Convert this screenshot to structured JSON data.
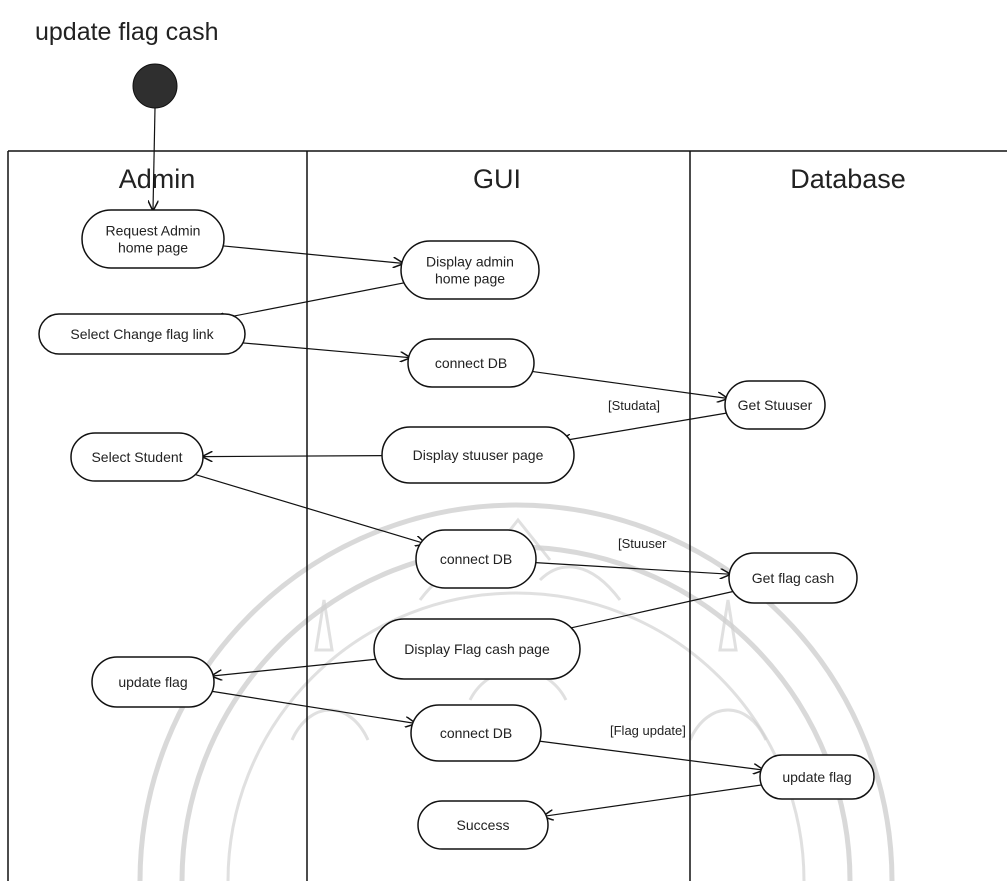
{
  "diagram": {
    "title": "update flag cash",
    "lanes": [
      "Admin",
      "GUI",
      "Database"
    ],
    "nodes": [
      {
        "id": "request-admin",
        "lines": [
          "Request Admin",
          "home page"
        ]
      },
      {
        "id": "display-admin",
        "lines": [
          "Display admin",
          "home page"
        ]
      },
      {
        "id": "select-change-flag",
        "lines": [
          "Select Change flag link"
        ]
      },
      {
        "id": "connect-db-1",
        "lines": [
          "connect DB"
        ]
      },
      {
        "id": "get-stuuser",
        "lines": [
          "Get Stuuser"
        ]
      },
      {
        "id": "select-student",
        "lines": [
          "Select Student"
        ]
      },
      {
        "id": "display-stuuser",
        "lines": [
          "Display stuuser page"
        ]
      },
      {
        "id": "connect-db-2",
        "lines": [
          "connect DB"
        ]
      },
      {
        "id": "get-flag-cash",
        "lines": [
          "Get flag cash"
        ]
      },
      {
        "id": "display-flag-cash",
        "lines": [
          "Display Flag cash page"
        ]
      },
      {
        "id": "update-flag-admin",
        "lines": [
          "update flag"
        ]
      },
      {
        "id": "connect-db-3",
        "lines": [
          "connect DB"
        ]
      },
      {
        "id": "update-flag-db",
        "lines": [
          "update flag"
        ]
      },
      {
        "id": "success",
        "lines": [
          "Success"
        ]
      }
    ],
    "guards": [
      {
        "id": "guard-studata",
        "text": "[Studata]"
      },
      {
        "id": "guard-stuuser",
        "text": "[Stuuser"
      },
      {
        "id": "guard-flag-update",
        "text": "[Flag update]"
      }
    ],
    "edges": [
      [
        "initial",
        "request-admin"
      ],
      [
        "request-admin",
        "display-admin"
      ],
      [
        "display-admin",
        "select-change-flag"
      ],
      [
        "select-change-flag",
        "connect-db-1"
      ],
      [
        "connect-db-1",
        "get-stuuser"
      ],
      [
        "get-stuuser",
        "display-stuuser"
      ],
      [
        "display-stuuser",
        "select-student"
      ],
      [
        "select-student",
        "connect-db-2"
      ],
      [
        "connect-db-2",
        "get-flag-cash"
      ],
      [
        "get-flag-cash",
        "display-flag-cash"
      ],
      [
        "display-flag-cash",
        "update-flag-admin"
      ],
      [
        "update-flag-admin",
        "connect-db-3"
      ],
      [
        "connect-db-3",
        "update-flag-db"
      ],
      [
        "update-flag-db",
        "success"
      ]
    ]
  }
}
